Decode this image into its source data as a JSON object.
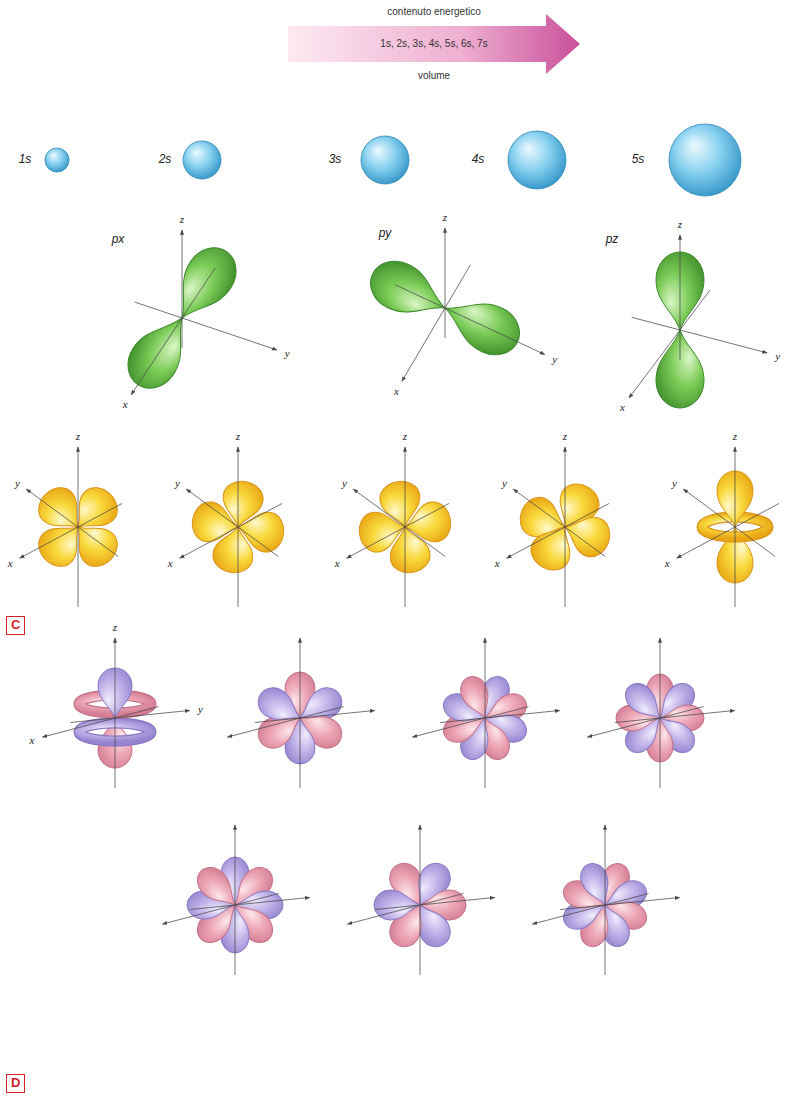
{
  "diagram": {
    "nodes": [
      {
        "text": [
          "contenuto energetico",
          "1s, 2s, 3s, 4s, 5s, 6s, 7s",
          "volume"
        ]
      },
      {
        "text": [
          "C"
        ]
      },
      {
        "text": [
          "D"
        ]
      }
    ],
    "labels": [
      "1s",
      "2s",
      "3s",
      "4s",
      "5s",
      "px",
      "z",
      "y",
      "x",
      "py",
      "z",
      "y",
      "x",
      "pz",
      "z",
      "y",
      "x",
      "z",
      "y",
      "x",
      "z",
      "y",
      "x",
      "z",
      "y",
      "x",
      "z",
      "y",
      "x",
      "z",
      "y",
      "x",
      "z",
      "x",
      "y"
    ]
  }
}
